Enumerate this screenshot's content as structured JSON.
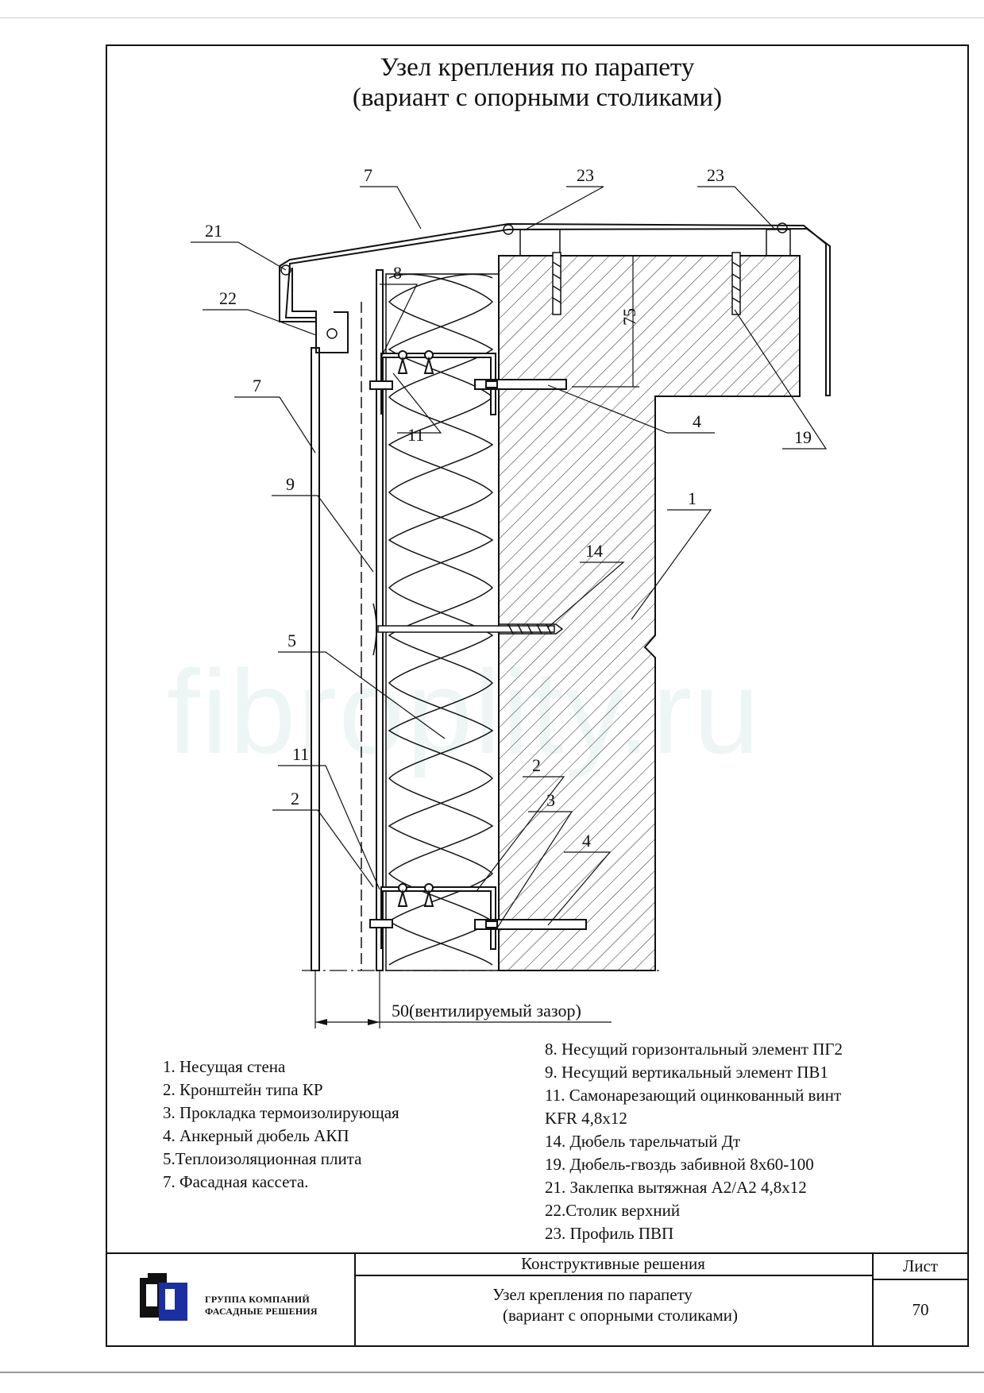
{
  "title": {
    "line1": "Узел крепления по парапету",
    "line2": "(вариант с опорными столиками)"
  },
  "watermark": "fibroplity.ru",
  "callouts": {
    "c7_top": "7",
    "c23_left": "23",
    "c23_right": "23",
    "c21": "21",
    "c22": "22",
    "c8": "8",
    "c7_left": "7",
    "c11_top": "11",
    "c75": "75",
    "c4_top": "4",
    "c19": "19",
    "c9": "9",
    "c1": "1",
    "c14": "14",
    "c5": "5",
    "c11_bottom": "11",
    "c2_left": "2",
    "c2_right": "2",
    "c3": "3",
    "c4_bottom": "4"
  },
  "dimension": {
    "gap_label": "50(вентилируемый зазор)"
  },
  "legend_left": [
    "1. Несущая стена",
    "2. Кронштейн типа КР",
    "3. Прокладка термоизолирующая",
    "4. Анкерный дюбель АКП",
    "5.Теплоизоляционная плита",
    "7. Фасадная кассета."
  ],
  "legend_right": [
    "8. Несущий горизонтальный элемент ПГ2",
    "9. Несущий вертикальный элемент ПВ1",
    "11. Самонарезающий оцинкованный винт",
    "KFR 4,8x12",
    "14. Дюбель тарельчатый Дт",
    "19. Дюбель-гвоздь забивной 8х60-100",
    "21. Заклепка вытяжная А2/А2 4,8х12",
    "22.Столик верхний",
    "23. Профиль ПВП"
  ],
  "title_block": {
    "company_line1": "ГРУППА КОМПАНИЙ",
    "company_line2": "ФАСАДНЫЕ РЕШЕНИЯ",
    "section": "Конструктивные решения",
    "sheet_title_line1": "Узел крепления по парапету",
    "sheet_title_line2": "(вариант с опорными столиками)",
    "sheet_label": "Лист",
    "sheet_number": "70"
  },
  "colors": {
    "logo_blue": "#1c2fa0",
    "logo_black": "#111111",
    "watermark": "#eef6f5"
  }
}
